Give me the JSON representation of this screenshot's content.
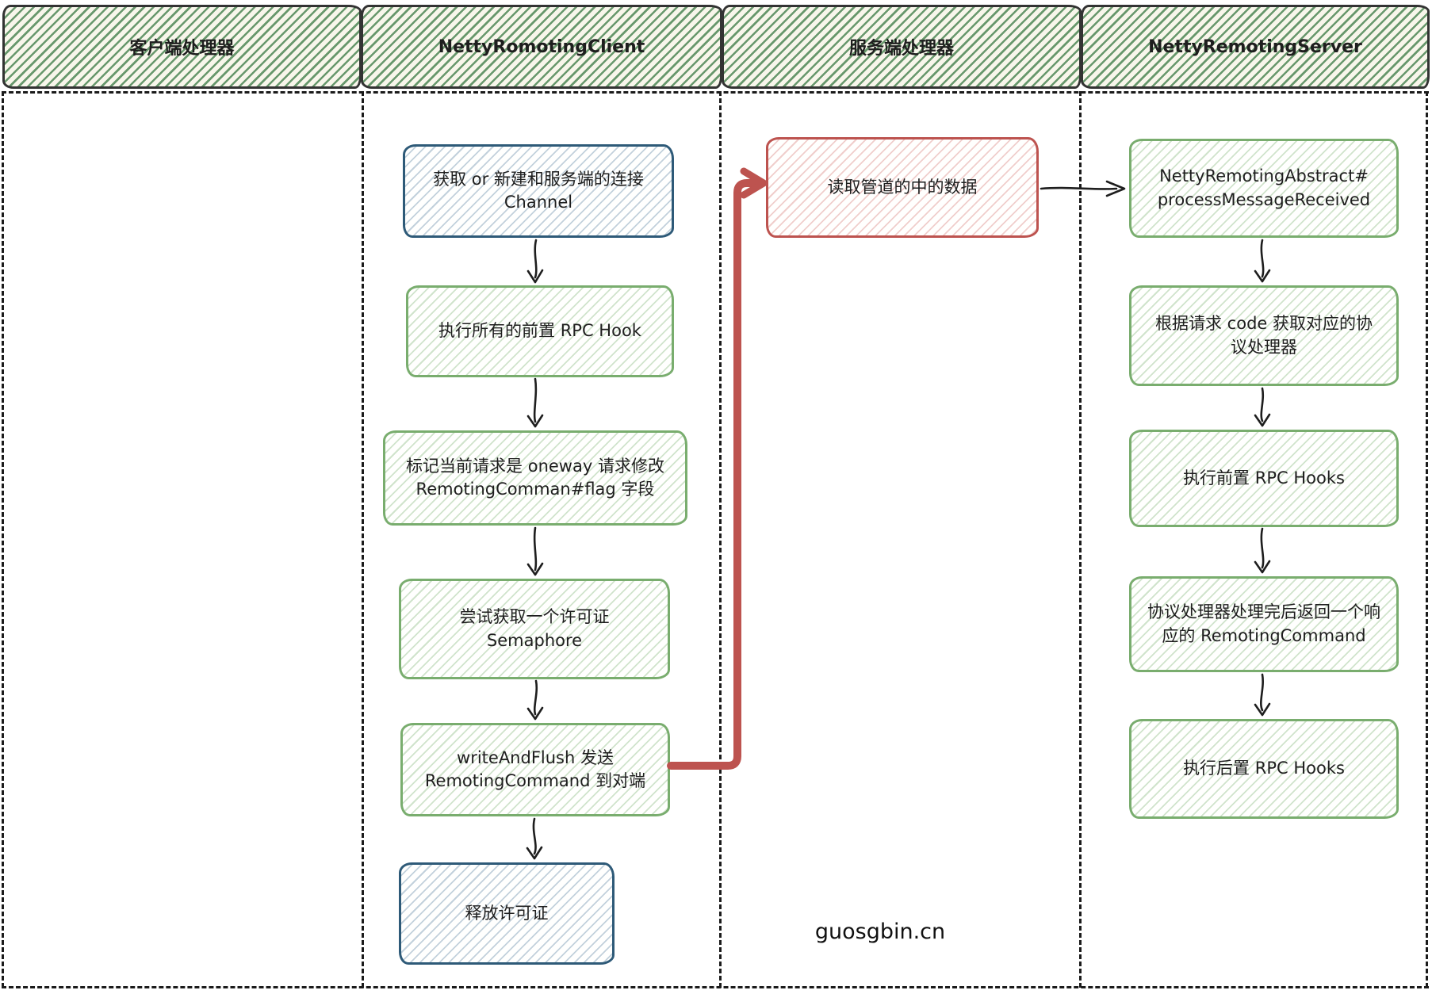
{
  "headers": [
    {
      "label": "客户端处理器"
    },
    {
      "label": "NettyRomotingClient"
    },
    {
      "label": "服务端处理器"
    },
    {
      "label": "NettyRemotingServer"
    }
  ],
  "client_flow": {
    "step1": "获取 or 新建和服务端的连接\nChannel",
    "step2": "执行所有的前置 RPC Hook",
    "step3": "标记当前请求是 oneway 请求修改\nRemotingComman#flag 字段",
    "step4": "尝试获取一个许可证\nSemaphore",
    "step5": "writeAndFlush 发送\nRemotingCommand 到对端",
    "step6": "释放许可证"
  },
  "server_channel": {
    "read_box": "读取管道的中的数据"
  },
  "server_flow": {
    "step1": "NettyRemotingAbstract#\nprocessMessageReceived",
    "step2": "根据请求 code 获取对应的协\n议处理器",
    "step3": "执行前置 RPC Hooks",
    "step4": "协议处理器处理完后返回一个响\n应的 RemotingCommand",
    "step5": "执行后置 RPC Hooks"
  },
  "watermark": "guosgbin.cn",
  "colors": {
    "green_border": "#79ad6e",
    "blue_border": "#2e5a78",
    "red_border": "#bd534f",
    "red_arrow": "#bd534f",
    "header_hatch_green": "#407d49",
    "header_bg": "#f8f6eb",
    "ink": "#1e1e1e"
  }
}
